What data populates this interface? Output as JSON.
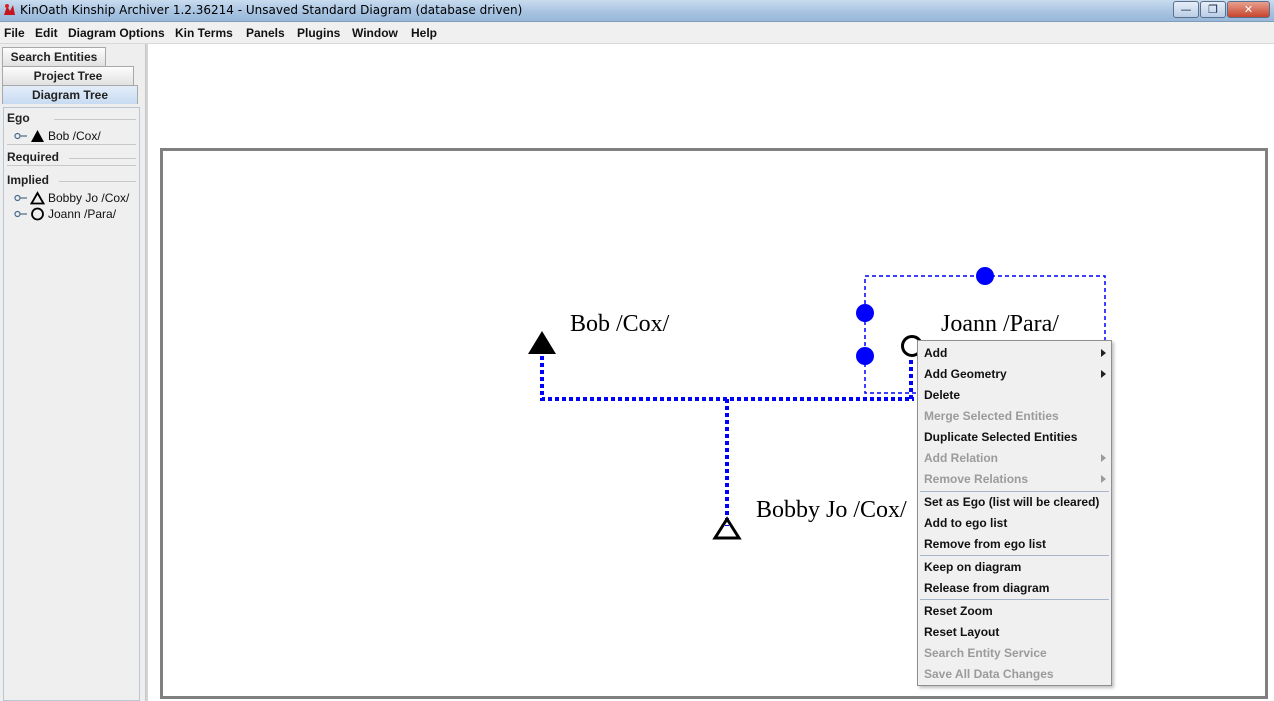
{
  "window": {
    "title": "KinOath Kinship Archiver 1.2.36214 - Unsaved Standard Diagram (database driven)",
    "minimize_glyph": "—",
    "maximize_glyph": "❐",
    "close_glyph": "✕"
  },
  "menu": [
    "File",
    "Edit",
    "Diagram Options",
    "Kin Terms",
    "Panels",
    "Plugins",
    "Window",
    "Help"
  ],
  "left_panel": {
    "tabs": [
      "Search Entities",
      "Project Tree",
      "Diagram Tree"
    ],
    "active_tab": "Diagram Tree",
    "groups": {
      "ego": {
        "label": "Ego",
        "items": [
          {
            "name": "Bob /Cox/",
            "symbol": "filled-triangle-icon"
          }
        ]
      },
      "required": {
        "label": "Required",
        "items": []
      },
      "implied": {
        "label": "Implied",
        "items": [
          {
            "name": "Bobby Jo /Cox/",
            "symbol": "hollow-triangle-icon"
          },
          {
            "name": "Joann /Para/",
            "symbol": "hollow-circle-icon"
          }
        ]
      }
    }
  },
  "diagram": {
    "entities": [
      {
        "name": "Bob /Cox/",
        "symbol": "filled-triangle"
      },
      {
        "name": "Joann /Para/",
        "symbol": "hollow-circle",
        "selected": true
      },
      {
        "name": "Bobby Jo /Cox/",
        "symbol": "hollow-triangle"
      }
    ],
    "relation_color": "#0000ff",
    "handle_color": "#0000ff"
  },
  "context_menu": {
    "items": [
      {
        "label": "Add",
        "enabled": true,
        "submenu": true
      },
      {
        "label": "Add Geometry",
        "enabled": true,
        "submenu": true
      },
      {
        "label": "Delete",
        "enabled": true
      },
      {
        "label": "Merge Selected Entities",
        "enabled": false
      },
      {
        "label": "Duplicate Selected Entities",
        "enabled": true
      },
      {
        "label": "Add Relation",
        "enabled": false,
        "submenu": true
      },
      {
        "label": "Remove Relations",
        "enabled": false,
        "submenu": true
      },
      {
        "label": "Set as Ego (list will be cleared)",
        "enabled": true
      },
      {
        "label": "Add to ego list",
        "enabled": true
      },
      {
        "label": "Remove from ego list",
        "enabled": true
      },
      {
        "label": "Keep on diagram",
        "enabled": true
      },
      {
        "label": "Release from diagram",
        "enabled": true
      },
      {
        "label": "Reset Zoom",
        "enabled": true
      },
      {
        "label": "Reset Layout",
        "enabled": true
      },
      {
        "label": "Search Entity Service",
        "enabled": false
      },
      {
        "label": "Save All Data Changes",
        "enabled": false
      }
    ]
  }
}
